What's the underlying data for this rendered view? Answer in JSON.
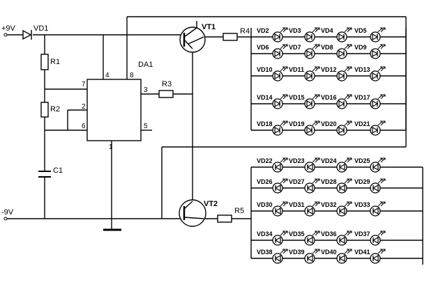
{
  "rails": {
    "pos": "+9V",
    "neg": "-9V"
  },
  "components": {
    "vd1": "VD1",
    "r1": "R1",
    "r2": "R2",
    "c1": "C1",
    "r3": "R3",
    "r4": "R4",
    "r5": "R5",
    "da1": "DA1",
    "vt1": "VT1",
    "vt2": "VT2"
  },
  "pins": {
    "p1": "1",
    "p2": "2",
    "p3": "3",
    "p4": "4",
    "p5": "5",
    "p6": "6",
    "p7": "7",
    "p8": "8"
  },
  "top_array_rows": [
    [
      "VD2",
      "VD3",
      "VD4",
      "VD5"
    ],
    [
      "VD6",
      "VD7",
      "VD8",
      "VD9"
    ],
    [
      "VD10",
      "VD11",
      "VD12",
      "VD13"
    ],
    [
      "VD14",
      "VD15",
      "VD16",
      "VD17"
    ],
    [
      "VD18",
      "VD19",
      "VD20",
      "VD21"
    ]
  ],
  "bottom_array_rows": [
    [
      "VD22",
      "VD23",
      "VD24",
      "VD25"
    ],
    [
      "VD26",
      "VD27",
      "VD28",
      "VD29"
    ],
    [
      "VD30",
      "VD31",
      "VD32",
      "VD33"
    ],
    [
      "VD34",
      "VD35",
      "VD36",
      "VD37"
    ],
    [
      "VD38",
      "VD39",
      "VD40",
      "VD41"
    ]
  ]
}
